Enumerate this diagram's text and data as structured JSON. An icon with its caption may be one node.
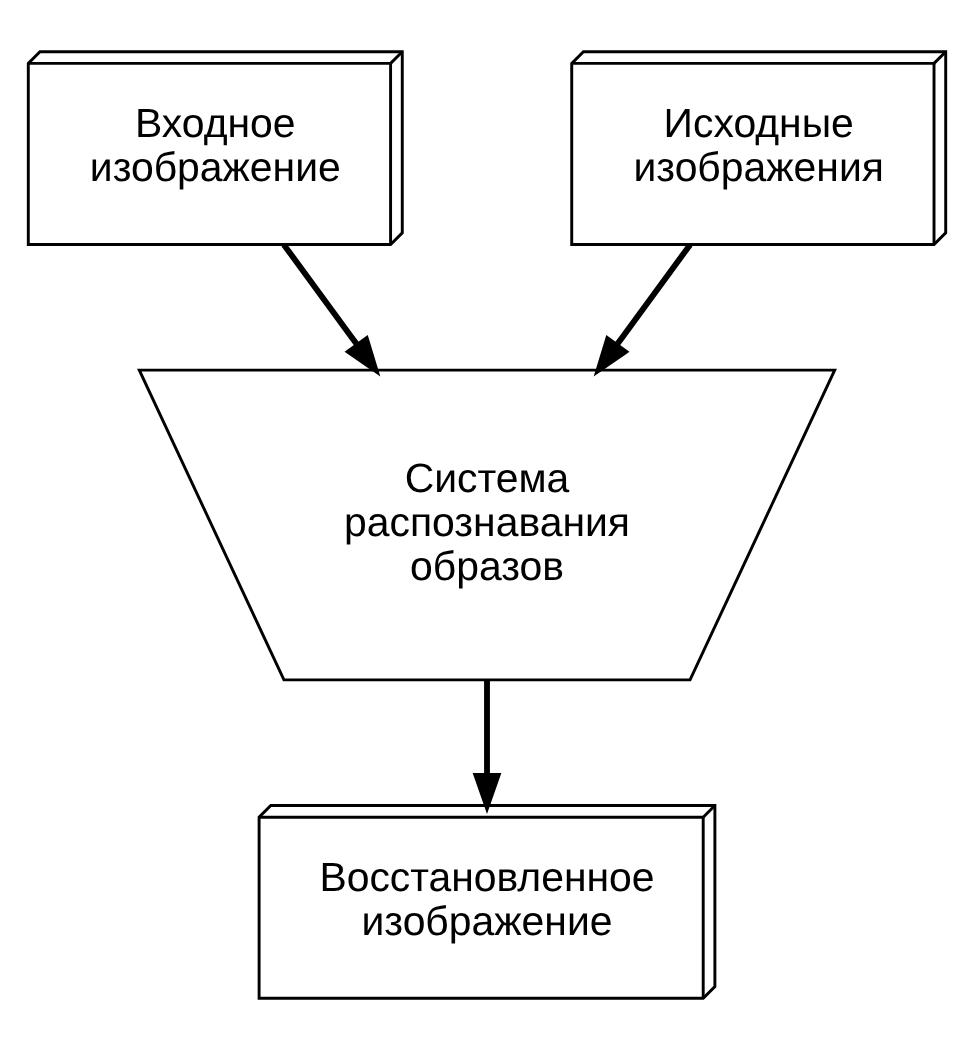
{
  "diagram": {
    "nodes": [
      {
        "text": [
          "Входное изображение"
        ]
      },
      {
        "text": [
          "Исходные изображения"
        ]
      },
      {
        "text": [
          "Система распознавания образов"
        ]
      },
      {
        "text": [
          "Восстановленное изображение"
        ]
      }
    ],
    "edges": [
      {
        "from": 0,
        "to": 2,
        "arrow": "to"
      },
      {
        "from": 1,
        "to": 2,
        "arrow": "to"
      },
      {
        "from": 2,
        "to": 3,
        "arrow": "to"
      }
    ]
  }
}
